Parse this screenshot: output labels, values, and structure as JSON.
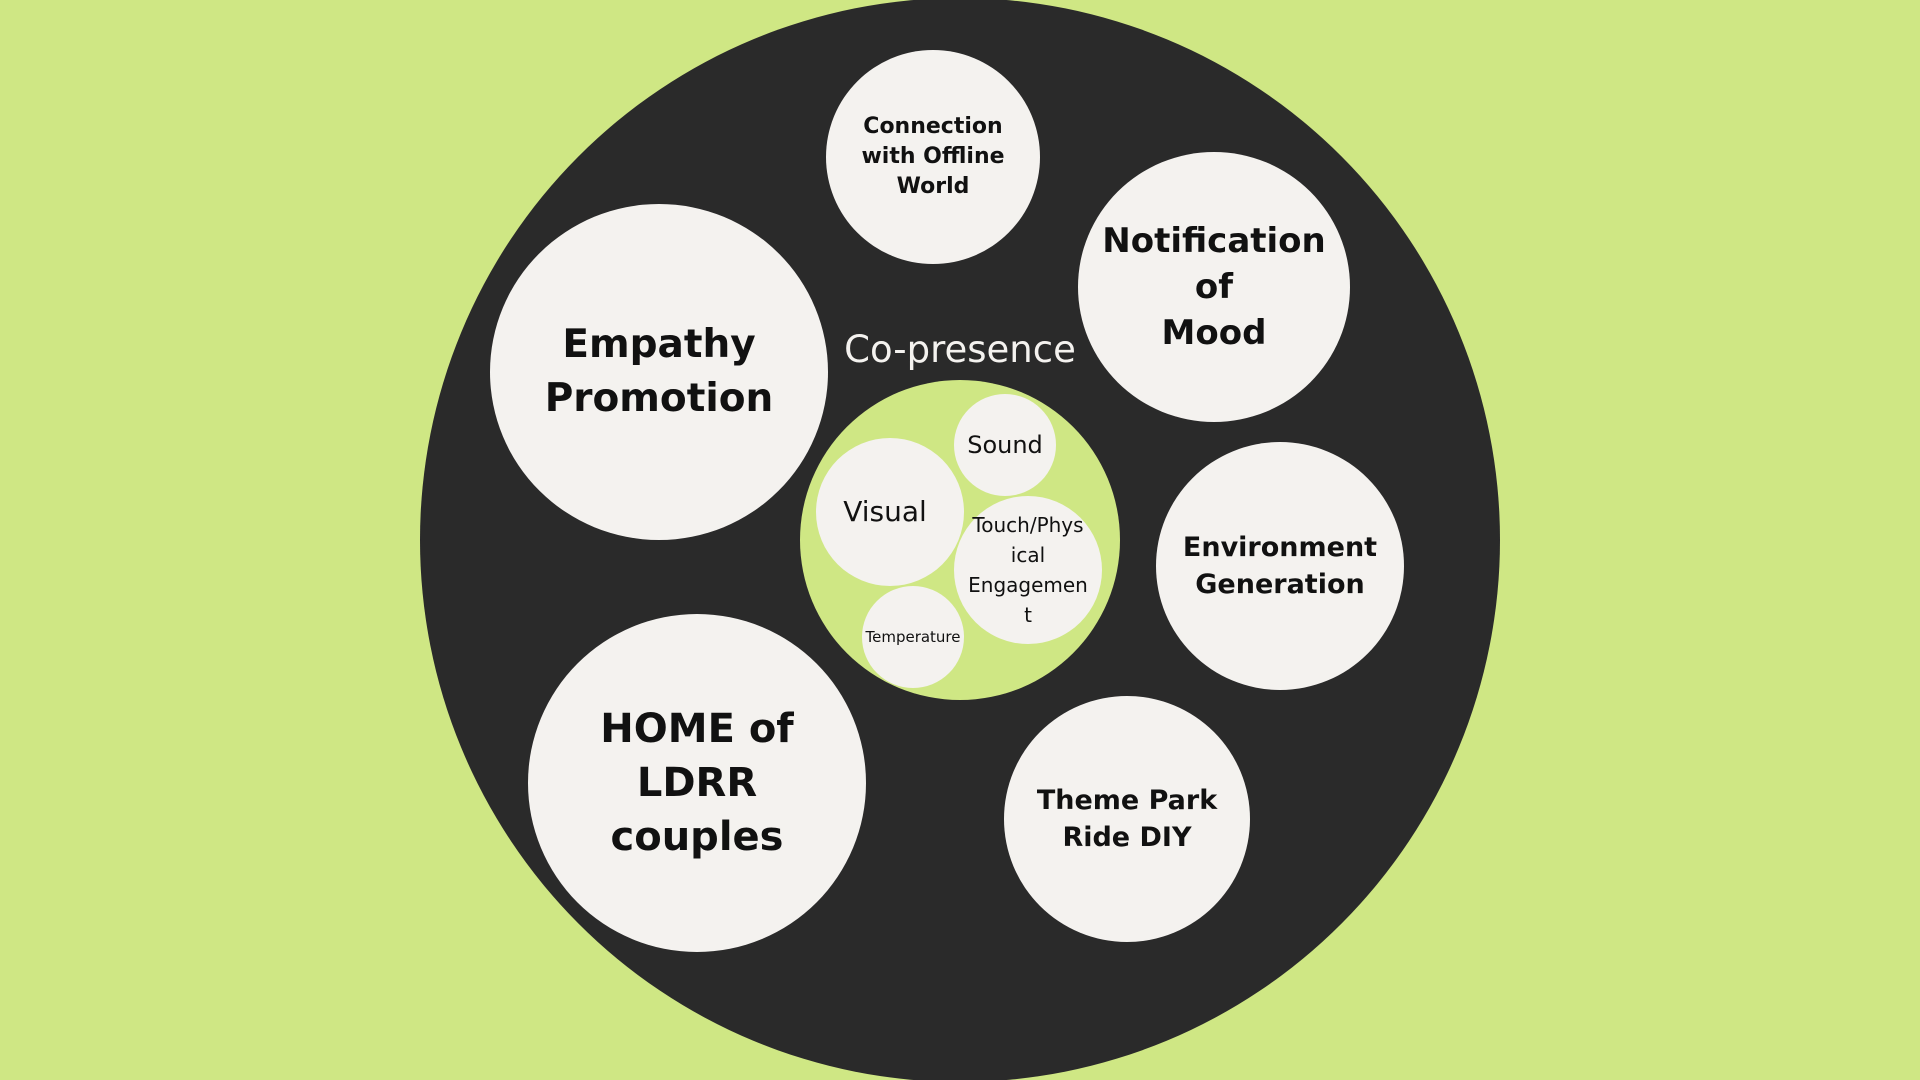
{
  "diagram": {
    "center_label": "Co-presence",
    "inner_items": [
      {
        "label": "Sound"
      },
      {
        "label": "Visual"
      },
      {
        "label": "Touch/Phys\nical\nEngagemen\nt"
      },
      {
        "label": "Temperature"
      }
    ],
    "outer_items": [
      {
        "label": "Connection\nwith Offline\nWorld"
      },
      {
        "label": "Notification of\nMood"
      },
      {
        "label": "Empathy\nPromotion"
      },
      {
        "label": "Environment\nGeneration"
      },
      {
        "label": "HOME of\nLDRR\ncouples"
      },
      {
        "label": "Theme Park\nRide DIY"
      }
    ]
  },
  "colors": {
    "background": "#cfe784",
    "outer_circle": "#2a2a2a",
    "bubble": "#f4f2ef",
    "center_text": "#f4f2ef",
    "bubble_text": "#111111"
  }
}
